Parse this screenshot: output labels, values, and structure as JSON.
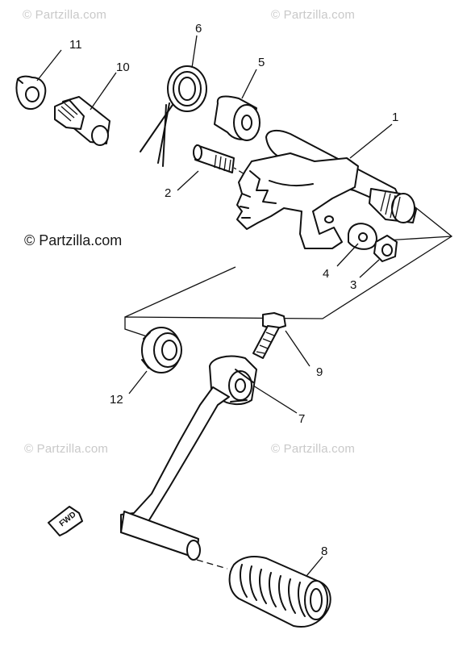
{
  "watermarks": {
    "top_left": "© Partzilla.com",
    "top_right": "© Partzilla.com",
    "middle": "© Partzilla.com",
    "bottom_left": "© Partzilla.com",
    "bottom_right": "© Partzilla.com"
  },
  "callouts": {
    "n1": "1",
    "n2": "2",
    "n3": "3",
    "n4": "4",
    "n5": "5",
    "n6": "6",
    "n7": "7",
    "n8": "8",
    "n9": "9",
    "n10": "10",
    "n11": "11",
    "n12": "12"
  },
  "direction_arrow": "FWD"
}
